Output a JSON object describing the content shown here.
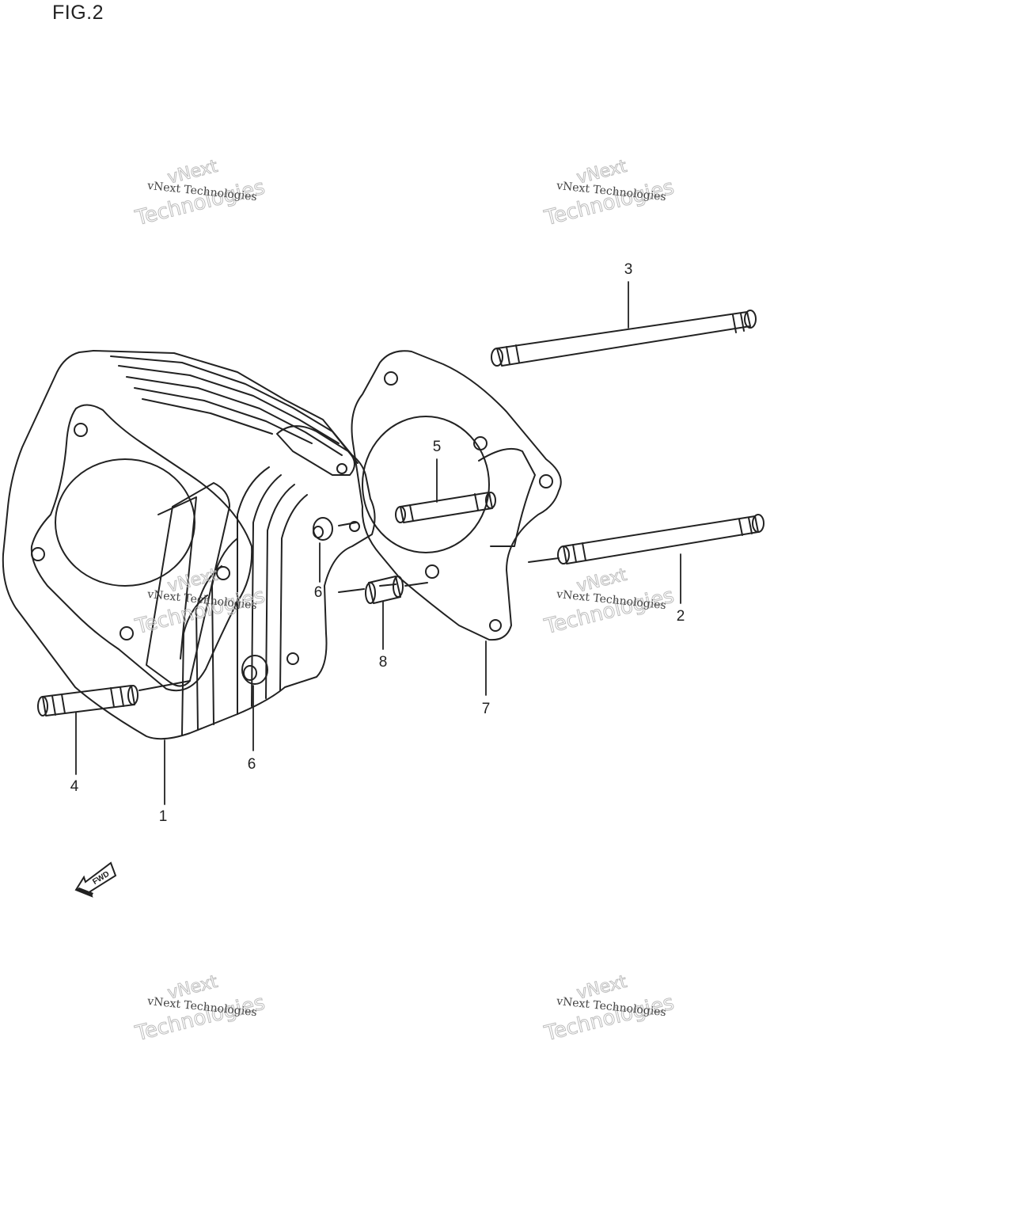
{
  "figure": {
    "title": "FIG.2"
  },
  "callouts": {
    "c1": "1",
    "c2": "2",
    "c3": "3",
    "c4": "4",
    "c5": "5",
    "c6a": "6",
    "c6b": "6",
    "c7": "7",
    "c8": "8"
  },
  "fwd_label": "FWD",
  "watermark": {
    "line_small": "vNext Technologies",
    "line_big_top": "vNext",
    "line_big_bottom": "Technologies"
  }
}
